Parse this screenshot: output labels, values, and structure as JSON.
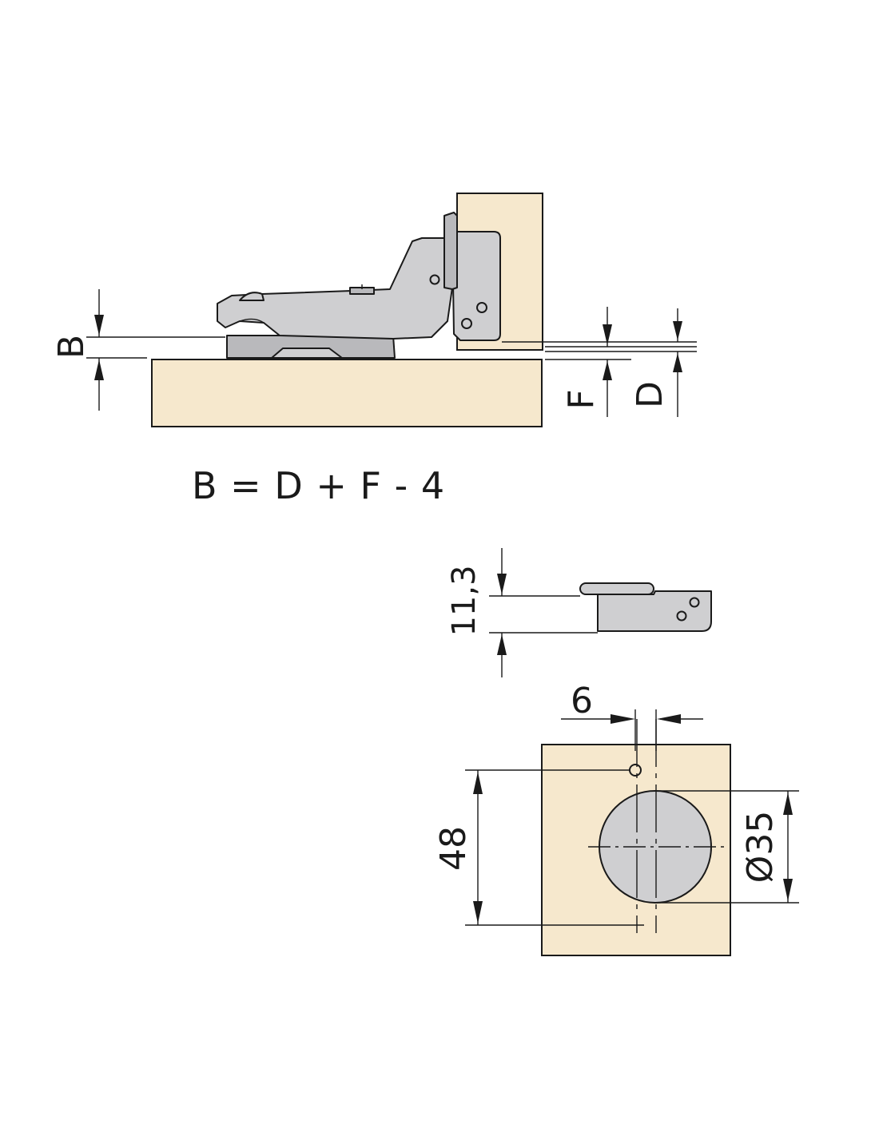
{
  "labels": {
    "B": "B",
    "F": "F",
    "D": "D",
    "formula": "B = D + F - 4",
    "plate_height": "11,3",
    "boring_offset": "6",
    "boring_spacing": "48",
    "cup_diameter": "Ø35"
  },
  "colors": {
    "wood": "#f6e8cd",
    "metal": "#cfcfd1",
    "line": "#1a1a1a"
  }
}
